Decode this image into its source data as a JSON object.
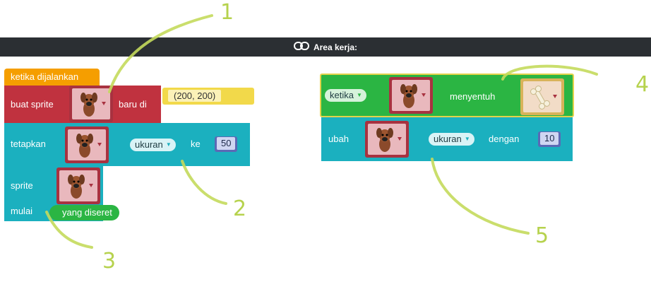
{
  "topbar": {
    "title": "Area kerja:"
  },
  "stack1": {
    "hat_label": "ketika dijalankan",
    "create_label": "buat sprite",
    "create_suffix": "baru di",
    "coord_value": "(200, 200)",
    "set_label": "tetapkan",
    "size_dropdown": "ukuran",
    "to_label": "ke",
    "size_value": "50",
    "sprite_label": "sprite",
    "start_label": "mulai",
    "drag_label": "yang diseret"
  },
  "stack2": {
    "event_dropdown": "ketika",
    "touch_label": "menyentuh",
    "change_label": "ubah",
    "size_dropdown": "ukuran",
    "by_label": "dengan",
    "change_value": "10"
  },
  "annotations": [
    "1",
    "2",
    "3",
    "4",
    "5"
  ],
  "colors": {
    "hat": "#f59e00",
    "red_block": "#c0323f",
    "teal_block": "#1bb0bf",
    "green_block": "#2bb543",
    "annotation": "#b6d24d"
  }
}
